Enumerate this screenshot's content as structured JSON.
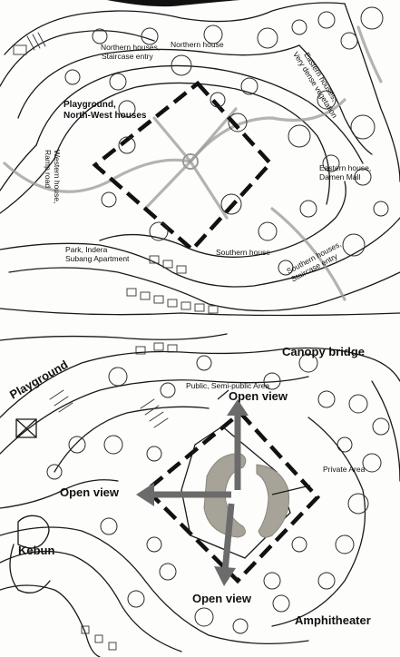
{
  "top_plan": {
    "labels": {
      "northern_houses_staircase": "Northern houses,\nStaircase entry",
      "northern_house": "Northern house",
      "eastern_houses_vegetation": "Eastern houses,\nVery dense vegetation",
      "playground_nw_houses": "Playground,\nNorth-West houses",
      "western_house_ramp_road": "Western house,\nRamp road",
      "eastern_house_damen_mall": "Eastern house,\nDamen Mall",
      "park_indera_subang": "Park, Indera\nSubang Apartment",
      "southern_house": "Southern house",
      "southern_houses_staircase": "Southern houses,\nStaircase entry"
    }
  },
  "bottom_plan": {
    "labels": {
      "playground": "Playground",
      "canopy_bridge": "Canopy bridge",
      "public_semi_public_area": "Public, Semi-public Area",
      "open_view_north": "Open view",
      "open_view_west": "Open view",
      "private_area": "Private Area",
      "kebun": "Kebun",
      "open_view_south": "Open view",
      "amphitheater": "Amphitheater"
    }
  },
  "colors": {
    "ink": "#1a1a1a",
    "shading_grey": "#9a9a9a",
    "building_fill": "#a8a398",
    "arrow_grey": "#6b6b6b"
  }
}
